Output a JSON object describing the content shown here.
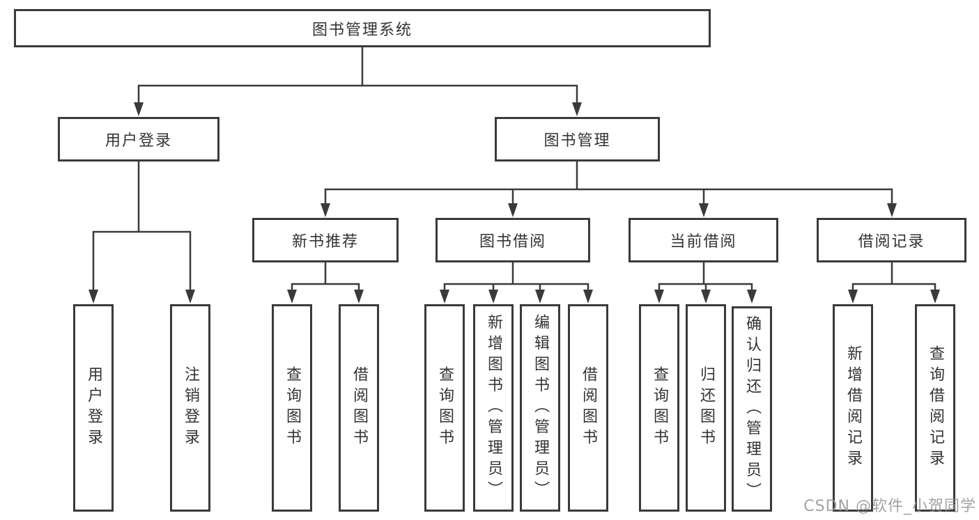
{
  "diagram": {
    "title": "图书管理系统",
    "type": "function-structure-tree",
    "watermark": "CSDN @软件_小贺同学",
    "colors": {
      "line": "#3a3a3a",
      "box_border": "#3a3a3a",
      "box_fill": "#ffffff",
      "text": "#333333",
      "watermark": "#969696",
      "background": "#ffffff"
    }
  },
  "nodes": {
    "root": "图书管理系统",
    "user_login": "用户登录",
    "book_mgmt": "图书管理",
    "new_book_rec": "新书推荐",
    "book_borrow": "图书借阅",
    "current_borrow": "当前借阅",
    "borrow_records": "借阅记录",
    "leaf_user_login": "用户登录",
    "leaf_logout": "注销登录",
    "leaf_nbr_query": "查询图书",
    "leaf_nbr_borrow": "借阅图书",
    "leaf_bb_query": "查询图书",
    "leaf_bb_add": "新增图书（管理员）",
    "leaf_bb_edit": "编辑图书（管理员）",
    "leaf_bb_borrow": "借阅图书",
    "leaf_cb_query": "查询图书",
    "leaf_cb_return": "归还图书",
    "leaf_cb_confirm": "确认归还（管理员）",
    "leaf_br_add": "新增借阅记录",
    "leaf_br_query": "查询借阅记录"
  },
  "structure": {
    "图书管理系统": {
      "用户登录": [
        "用户登录",
        "注销登录"
      ],
      "图书管理": {
        "新书推荐": [
          "查询图书",
          "借阅图书"
        ],
        "图书借阅": [
          "查询图书",
          "新增图书（管理员）",
          "编辑图书（管理员）",
          "借阅图书"
        ],
        "当前借阅": [
          "查询图书",
          "归还图书",
          "确认归还（管理员）"
        ],
        "借阅记录": [
          "新增借阅记录",
          "查询借阅记录"
        ]
      }
    }
  }
}
